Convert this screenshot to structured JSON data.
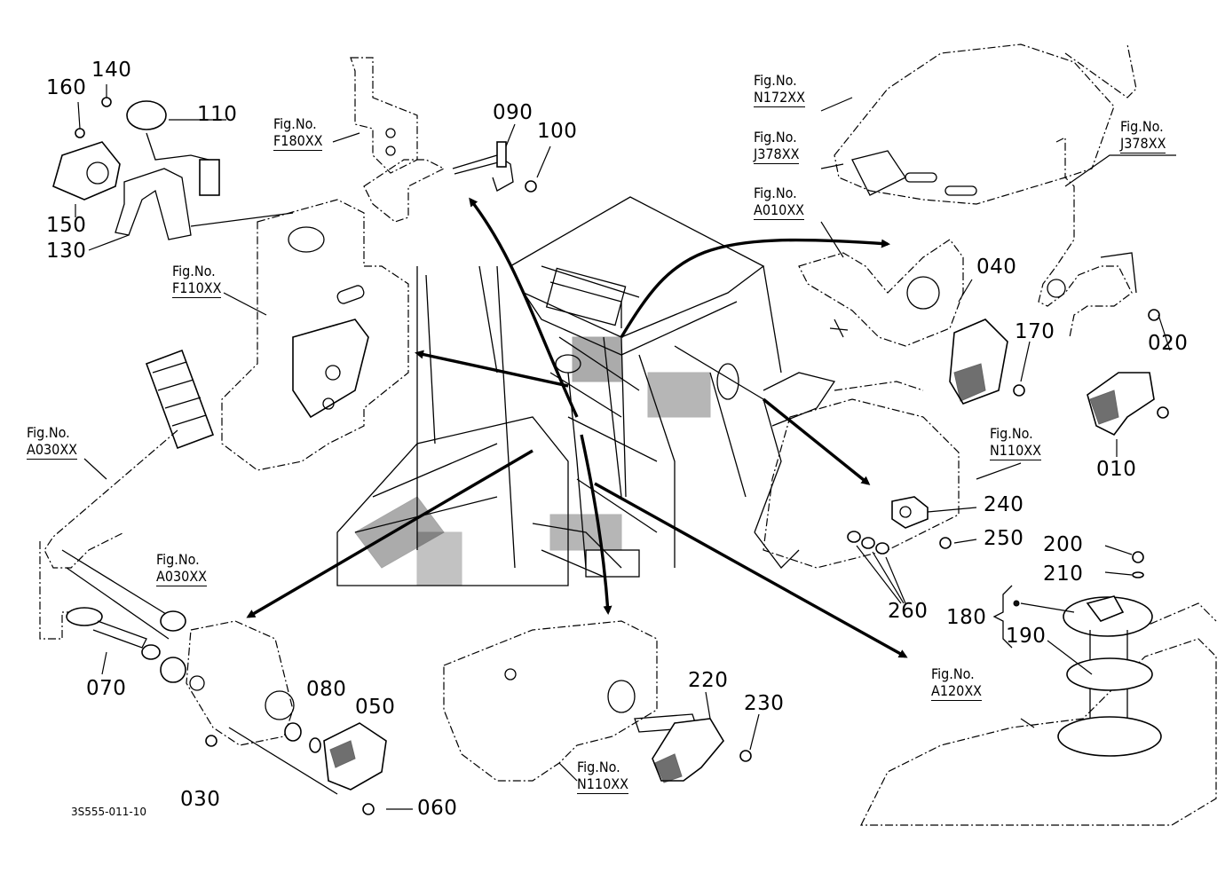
{
  "diagram_code": "3S555-011-10",
  "part_numbers": {
    "p010": "010",
    "p020": "020",
    "p030": "030",
    "p040": "040",
    "p050": "050",
    "p060": "060",
    "p070": "070",
    "p080": "080",
    "p090": "090",
    "p100": "100",
    "p110": "110",
    "p130": "130",
    "p140": "140",
    "p150": "150",
    "p160": "160",
    "p170": "170",
    "p180": "180",
    "p190": "190",
    "p200": "200",
    "p210": "210",
    "p220": "220",
    "p230": "230",
    "p240": "240",
    "p250": "250",
    "p260": "260"
  },
  "fig_refs": {
    "f180": {
      "label": "Fig.No.",
      "num": "F180XX"
    },
    "f110": {
      "label": "Fig.No.",
      "num": "F110XX"
    },
    "a030_left": {
      "label": "Fig.No.",
      "num": "A030XX"
    },
    "a030_mid": {
      "label": "Fig.No.",
      "num": "A030XX"
    },
    "n172": {
      "label": "Fig.No.",
      "num": "N172XX"
    },
    "j378_a": {
      "label": "Fig.No.",
      "num": "J378XX"
    },
    "a010": {
      "label": "Fig.No.",
      "num": "A010XX"
    },
    "j378_b": {
      "label": "Fig.No.",
      "num": "J378XX"
    },
    "n110_right": {
      "label": "Fig.No.",
      "num": "N110XX"
    },
    "a120": {
      "label": "Fig.No.",
      "num": "A120XX"
    },
    "n110_bottom": {
      "label": "Fig.No.",
      "num": "N110XX"
    }
  }
}
